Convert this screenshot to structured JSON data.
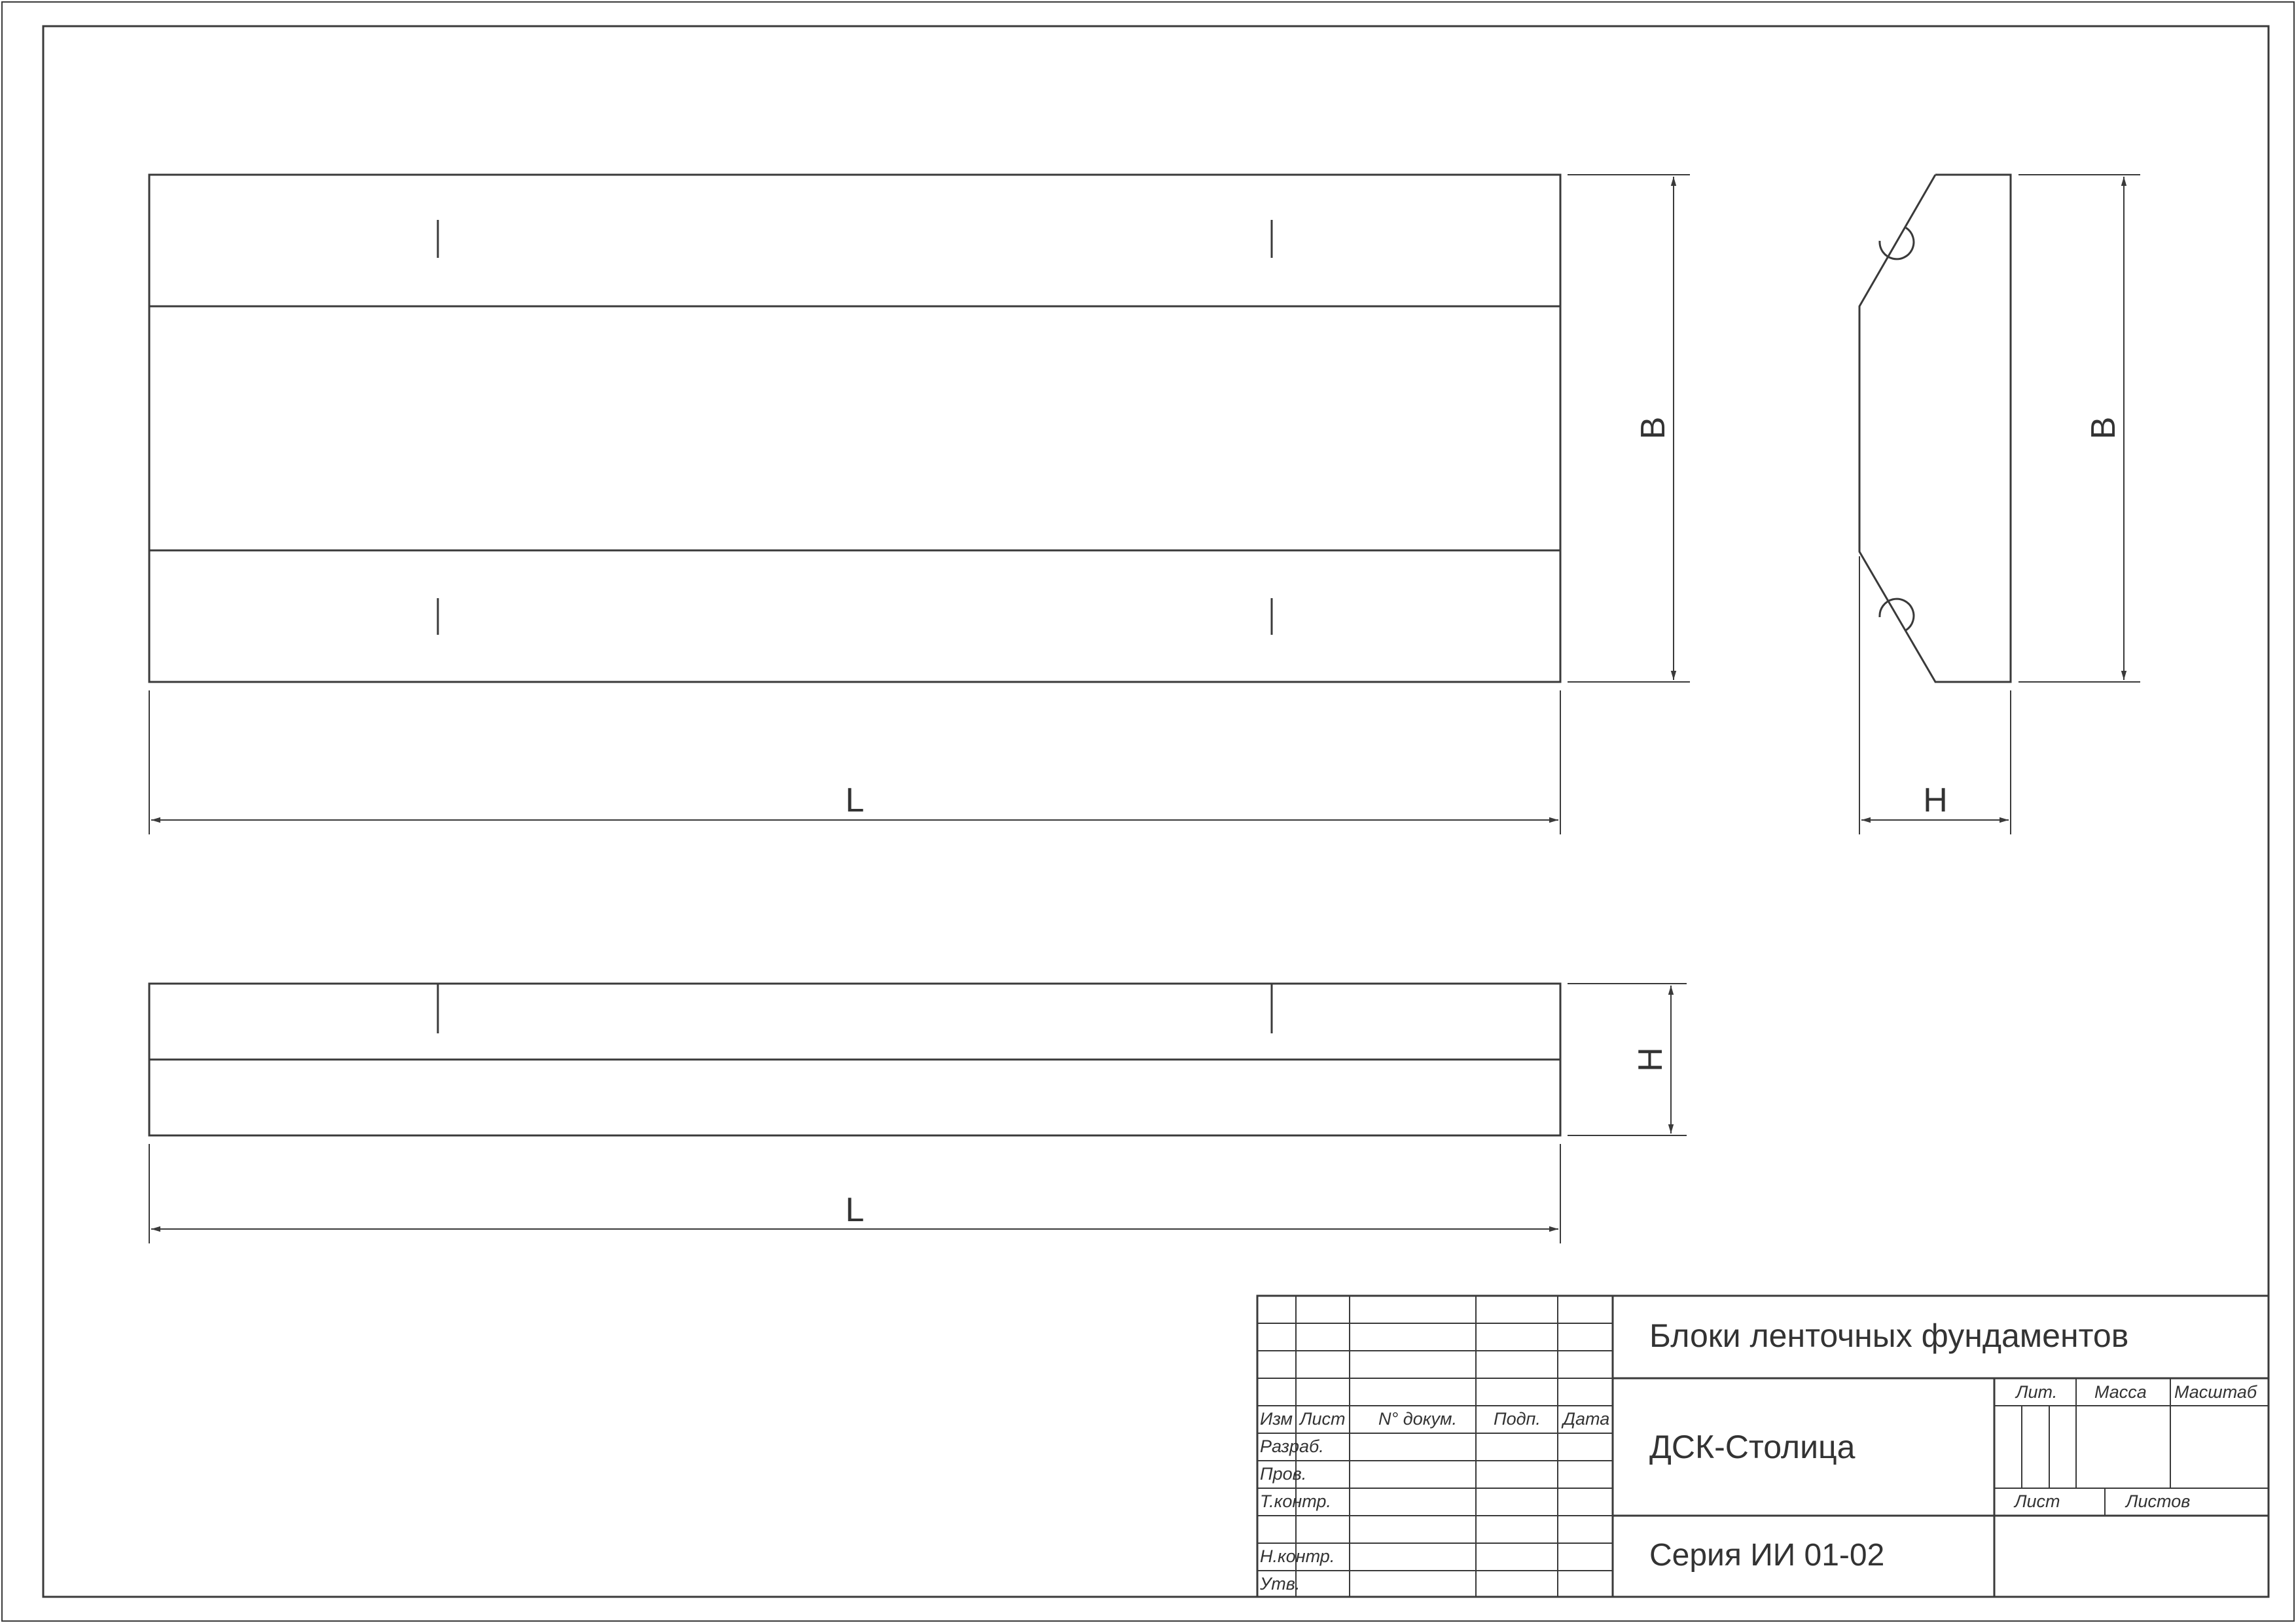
{
  "dimensions": {
    "front_length": "L",
    "front_width": "B",
    "side_width": "B",
    "side_height": "H",
    "bottom_length": "L",
    "bottom_height": "H"
  },
  "title_block": {
    "title": "Блоки ленточных фундаментов",
    "organization": "ДСК-Столица",
    "series": "Серия ИИ 01-02",
    "headers": {
      "izm": "Изм",
      "list": "Лист",
      "doc": "N° докум.",
      "sign": "Подп.",
      "date": "Дата"
    },
    "roles": {
      "razrab": "Разраб.",
      "prov": "Пров.",
      "tkontr": "Т.контр.",
      "nkontr": "Н.контр.",
      "utv": "Утв."
    },
    "lit": "Лит.",
    "massa": "Масса",
    "masshtab": "Масштаб",
    "sheet": "Лист",
    "sheets": "Листов"
  }
}
